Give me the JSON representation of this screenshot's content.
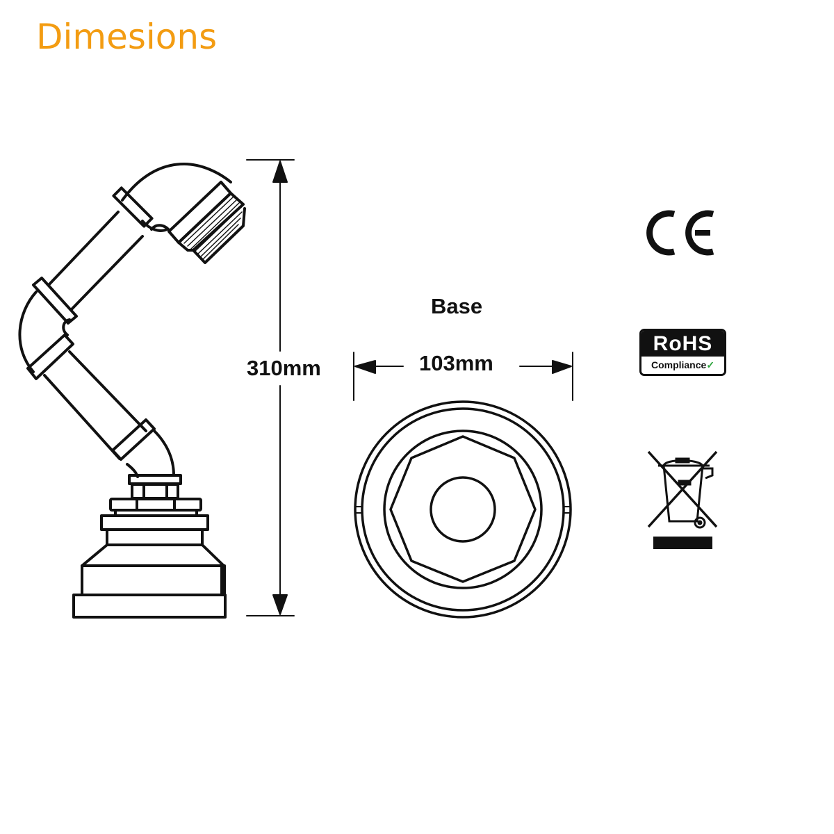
{
  "title": "Dimesions",
  "colors": {
    "title": "#f39c12",
    "lines": "#111111",
    "check": "#2aa33a"
  },
  "dimensions": {
    "height_label": "310mm",
    "base_heading": "Base",
    "base_width_label": "103mm"
  },
  "certifications": {
    "ce_mark": "CE",
    "rohs": {
      "title": "RoHS",
      "subtitle": "Compliance",
      "check_glyph": "✓"
    },
    "weee": "crossed-out-wheelie-bin"
  },
  "drawings": [
    {
      "name": "lamp-side-view",
      "description": "Industrial pipe lamp side elevation"
    },
    {
      "name": "base-top-view",
      "description": "Circular base with octagon nut and center hole"
    }
  ]
}
